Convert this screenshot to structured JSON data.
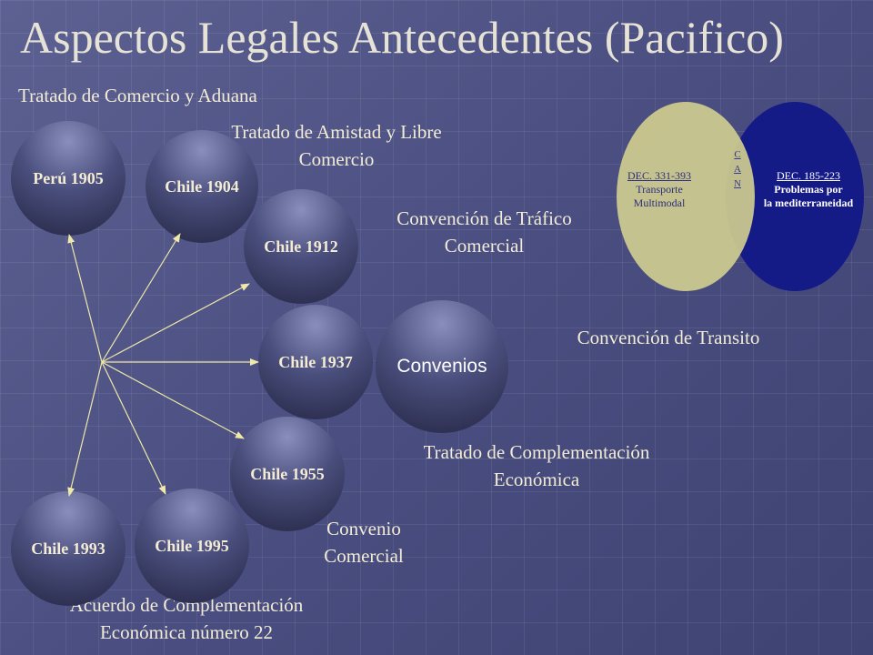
{
  "title": "Aspectos Legales Antecedentes (Pacifico)",
  "nodes": {
    "peru_1905": "Perú 1905",
    "chile_1904": "Chile 1904",
    "chile_1912": "Chile 1912",
    "chile_1937": "Chile 1937",
    "convenios": "Convenios",
    "chile_1955": "Chile 1955",
    "chile_1993": "Chile 1993",
    "chile_1995": "Chile 1995"
  },
  "labels": {
    "tratado_comercio_aduana": "Tratado de Comercio y Aduana",
    "tratado_amistad_line1": "Tratado de Amistad y Libre",
    "tratado_amistad_line2": "Comercio",
    "convencion_trafico_line1": "Convención de Tráfico",
    "convencion_trafico_line2": "Comercial",
    "convencion_transito": "Convención de Transito",
    "tratado_complementacion_line1": "Tratado de Complementación",
    "tratado_complementacion_line2": "Económica",
    "convenio_comercial_line1": "Convenio",
    "convenio_comercial_line2": "Comercial",
    "acuerdo_line1": "Acuerdo de Complementación",
    "acuerdo_line2": "Económica número 22"
  },
  "venn": {
    "left": {
      "code": "DEC. 331-393",
      "line1": "Transporte",
      "line2": "Multimodal",
      "color": "#cfcc8f",
      "text_color": "#2e2e7c"
    },
    "right": {
      "code": "DEC. 185-223",
      "line1": "Problemas por",
      "line2": "la mediterraneidad",
      "color": "#141a86",
      "text_color": "#ffffff"
    },
    "overlap": {
      "c": "C",
      "a": "A",
      "n": "N"
    }
  },
  "colors": {
    "background": "#4a4e7e",
    "arrow": "#f0e8a8",
    "text": "#f2ecd6"
  }
}
